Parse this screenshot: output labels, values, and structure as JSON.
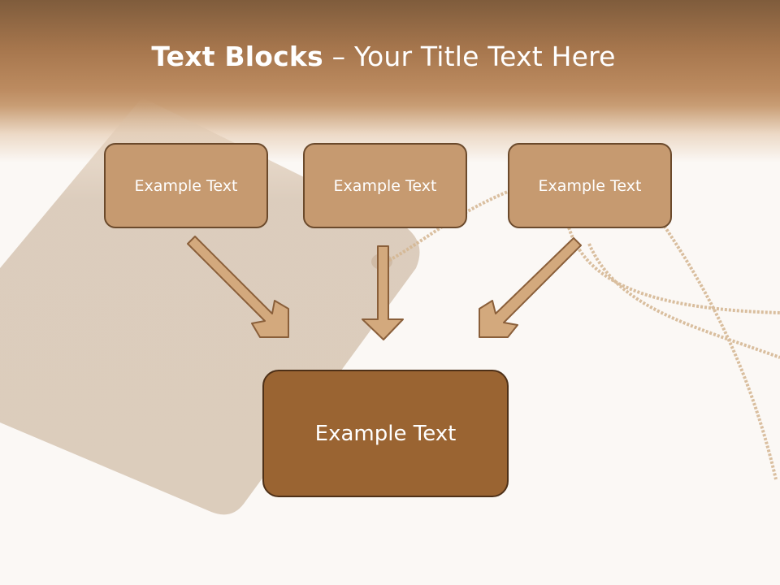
{
  "slide": {
    "title_bold": "Text Blocks",
    "title_rest": " – Your Title Text Here",
    "top_blocks": [
      "Example Text",
      "Example Text",
      "Example Text"
    ],
    "bottom_block": "Example Text"
  },
  "colors": {
    "header_brown": "#a6764d",
    "block_fill": "#c69a70",
    "block_border": "#6b4a2c",
    "main_block_fill": "#9a6432",
    "arrow_fill": "#d3a97d",
    "arrow_stroke": "#8a5f3a"
  }
}
